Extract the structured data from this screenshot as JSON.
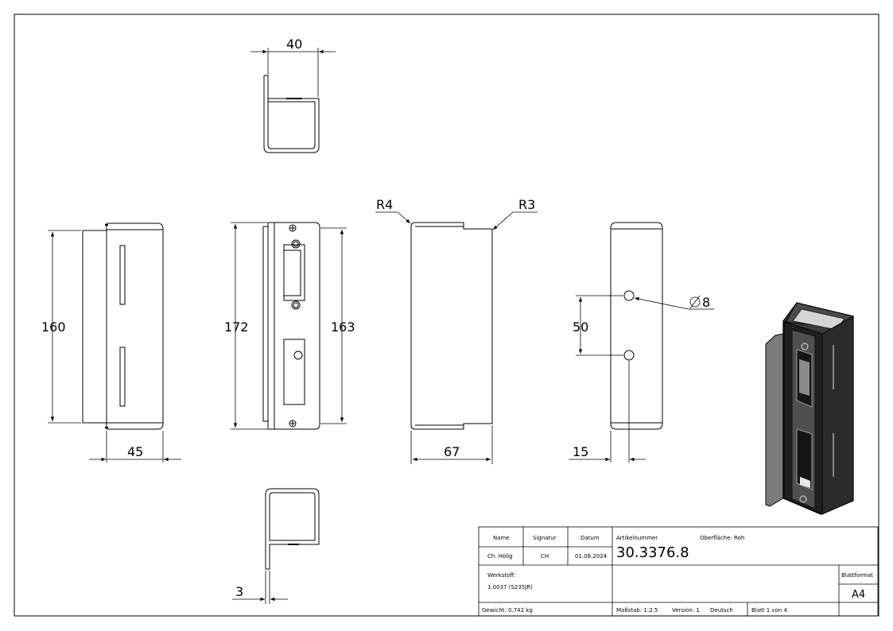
{
  "dimensions": {
    "top_width": "40",
    "front_height": "160",
    "front_depth": "45",
    "side_height_outer": "172",
    "side_height_inner": "163",
    "back_radius_left": "R4",
    "back_radius_right": "R3",
    "back_width": "67",
    "hole_spacing": "50",
    "hole_diameter": "8",
    "hole_offset": "15",
    "sheet_thickness": "3"
  },
  "title_block": {
    "header_name": "Name",
    "header_signature": "Signatur",
    "header_date": "Datum",
    "name": "Ch. Hölig",
    "signature": "CH",
    "date": "01.08.2024",
    "article_label": "Artikelnummer",
    "article_number": "30.3376.8",
    "surface": "Oberfläche: Roh",
    "material_label": "Werkstoff:",
    "material": "1.0037 (S235JR)",
    "format_label": "Blattformat",
    "format": "A4",
    "weight": "Gewicht: 0.742 kg",
    "scale": "Maßstab: 1:2.5",
    "version": "Version: 1",
    "language": "Deutsch",
    "sheet": "Blatt 1 von 4"
  },
  "colors": {
    "line": "#000000",
    "iso_dark": "#2a2a2a",
    "iso_mid": "#5a5a5a",
    "iso_light": "#d9d9d9"
  }
}
